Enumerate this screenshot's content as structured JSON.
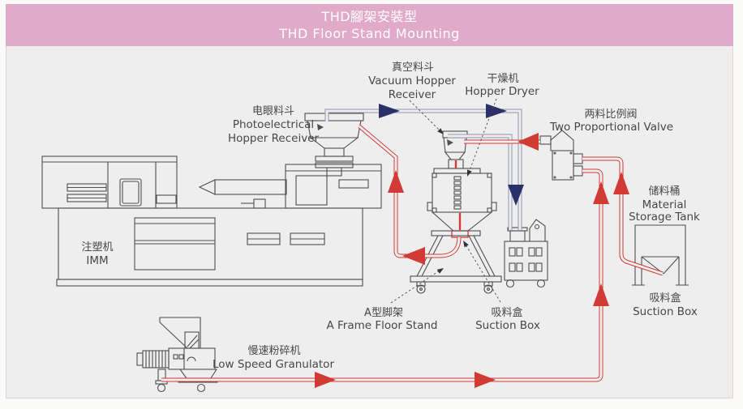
{
  "header": {
    "title_zh": "THD腳架安裝型",
    "title_en": "THD Floor Stand Mounting"
  },
  "labels": {
    "photoelectrical": {
      "zh": "电眼料斗",
      "en1": "Photoelectrical",
      "en2": "Hopper Receiver"
    },
    "vacuum": {
      "zh": "真空料斗",
      "en1": "Vacuum Hopper",
      "en2": "Receiver"
    },
    "dryer": {
      "zh": "干燥机",
      "en": "Hopper Dryer"
    },
    "valve": {
      "zh": "两料比例阀",
      "en": "Two Proportional Valve"
    },
    "tank": {
      "zh": "储料桶",
      "en1": "Material",
      "en2": "Storage Tank"
    },
    "suction_right": {
      "zh": "吸料盒",
      "en": "Suction Box"
    },
    "imm": {
      "zh": "注塑机",
      "en": "IMM"
    },
    "aframe": {
      "zh": "A型脚架",
      "en": "A Frame Floor Stand"
    },
    "suction_mid": {
      "zh": "吸料盒",
      "en": "Suction Box"
    },
    "granulator": {
      "zh": "慢速粉碎机",
      "en": "Low Speed Granulator"
    }
  },
  "colors": {
    "header_bg": "#e2aac9",
    "body_bg": "#efeeee",
    "red": "#d23a35",
    "navy": "#2a3168",
    "pipe_blue": "#8e94b0",
    "line_art": "#4f4f4f",
    "text": "#474747",
    "frame_border": "#e9cde0"
  }
}
